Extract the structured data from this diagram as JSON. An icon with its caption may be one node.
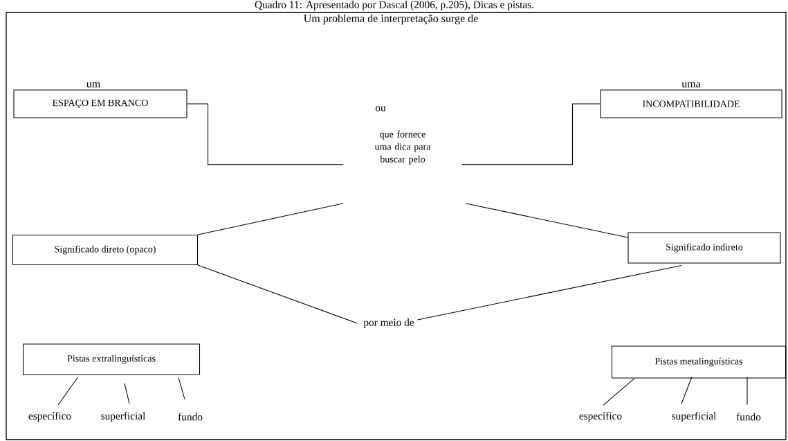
{
  "diagram": {
    "title": "Quadro 11: Apresentado por Dascal (2006, p.205), Dicas e pistas.",
    "nodes": [
      {
        "text": [
          "um",
          "ESPAÇO EM BRANCO"
        ]
      },
      {
        "text": [
          "uma",
          "INCOMPATIBILIDADE"
        ]
      },
      {
        "text": [
          "que fornece uma dica para buscar pelo"
        ]
      },
      {
        "text": [
          "Significado direto (opaco)"
        ]
      },
      {
        "text": [
          "Significado indireto"
        ]
      },
      {
        "text": [
          "por meio de"
        ]
      },
      {
        "text": [
          "Pistas extralinguísticas"
        ]
      },
      {
        "text": [
          "específico"
        ]
      },
      {
        "text": [
          "superficial"
        ]
      },
      {
        "text": [
          "fundo"
        ]
      },
      {
        "text": [
          "Pistas metalinguísticas"
        ]
      },
      {
        "text": [
          "específico"
        ]
      },
      {
        "text": [
          "superficial"
        ]
      },
      {
        "text": [
          "fundo"
        ]
      }
    ],
    "edges": [
      {
        "from": 0,
        "to": 2,
        "arrow": "none"
      },
      {
        "from": 1,
        "to": 2,
        "arrow": "none"
      },
      {
        "from": 2,
        "to": 3,
        "arrow": "none"
      },
      {
        "from": 2,
        "to": 4,
        "arrow": "none"
      },
      {
        "from": 3,
        "to": 5,
        "arrow": "none"
      },
      {
        "from": 4,
        "to": 5,
        "arrow": "none"
      },
      {
        "from": 6,
        "to": 7,
        "arrow": "none"
      },
      {
        "from": 6,
        "to": 8,
        "arrow": "none"
      },
      {
        "from": 6,
        "to": 9,
        "arrow": "none"
      },
      {
        "from": 10,
        "to": 11,
        "arrow": "none"
      },
      {
        "from": 10,
        "to": 12,
        "arrow": "none"
      },
      {
        "from": 10,
        "to": 13,
        "arrow": "none"
      }
    ],
    "labels": [
      "Um problema de interpretação surge de",
      "ou"
    ]
  }
}
